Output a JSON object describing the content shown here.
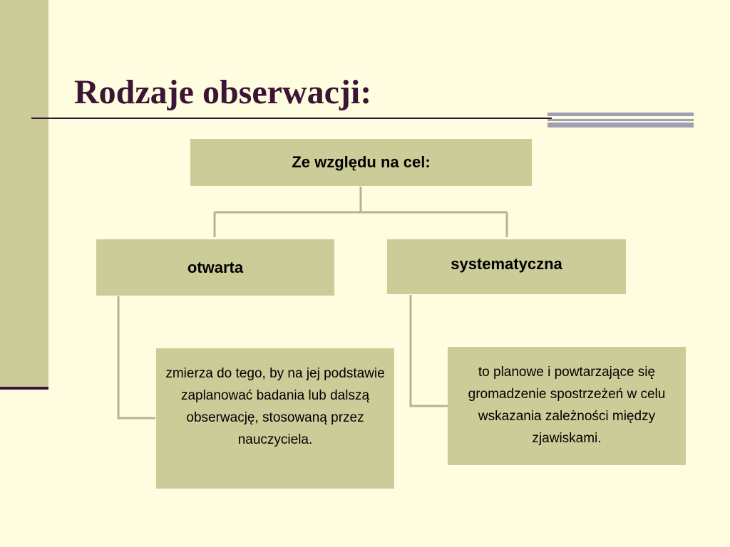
{
  "slide": {
    "title": "Rodzaje obserwacji:"
  },
  "diagram": {
    "root": {
      "label": "Ze względu na cel:"
    },
    "branches": [
      {
        "label": "otwarta",
        "description": "zmierza do tego, by na jej podstawie zaplanować badania lub dalszą obserwację, stosowaną przez nauczyciela."
      },
      {
        "label": "systematyczna",
        "description": "to planowe i powtarzające się gromadzenie spostrzeżeń w celu wskazania  zależności między zjawiskami."
      }
    ]
  },
  "colors": {
    "background": "#fefde0",
    "box_fill": "#cccc99",
    "title_text": "#3c1436",
    "accent_bars": "#a0a0b4",
    "connector_line": "#b4b48a"
  }
}
